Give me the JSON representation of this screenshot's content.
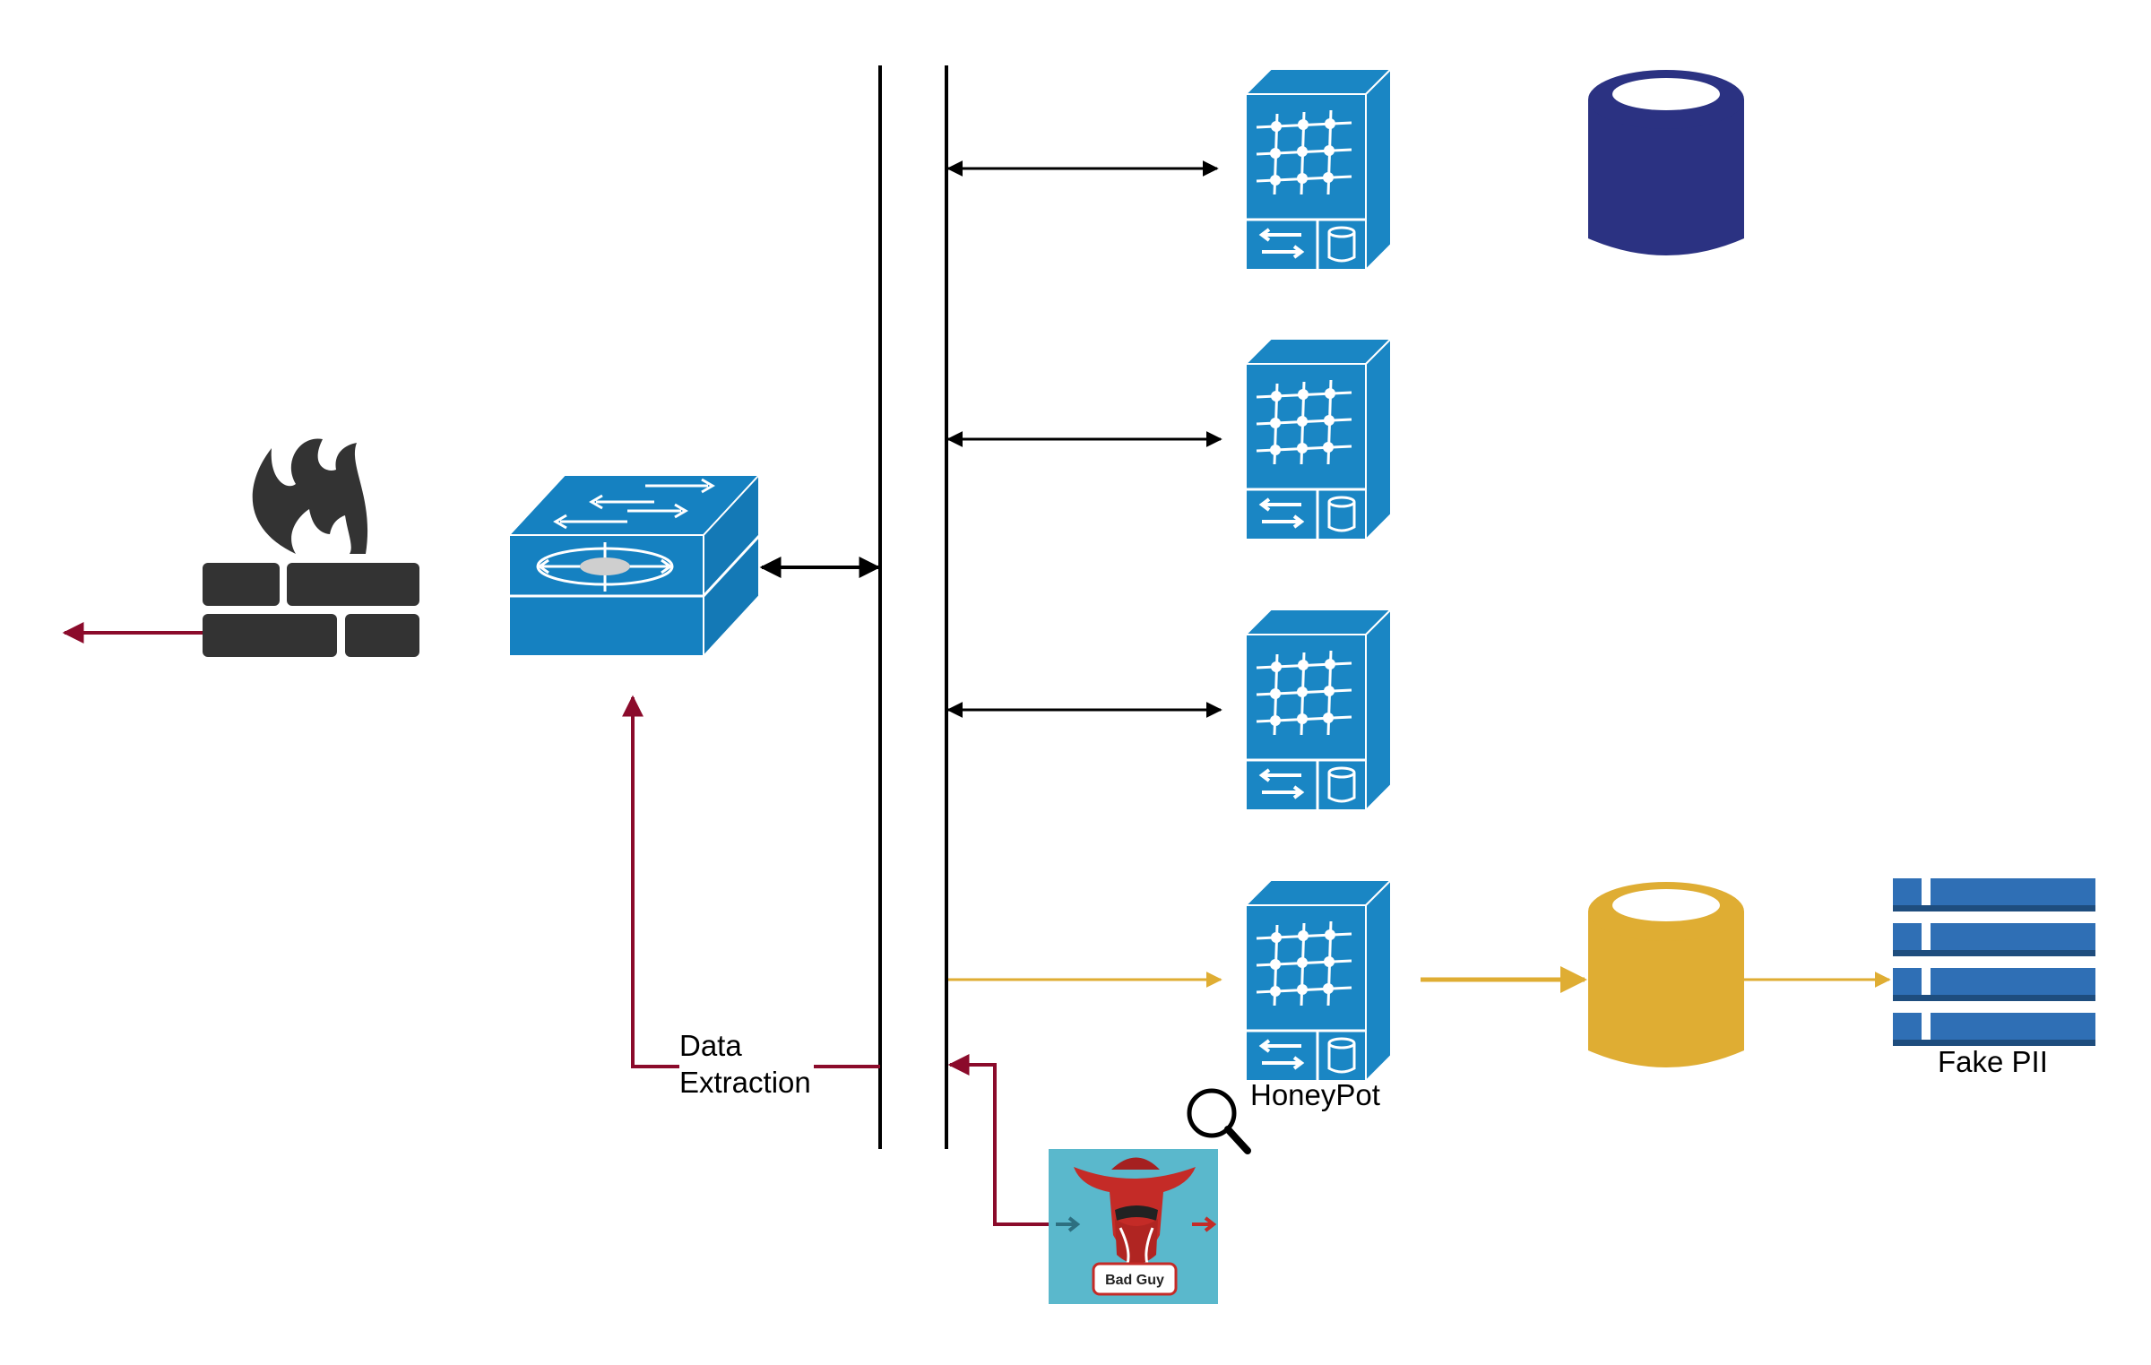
{
  "labels": {
    "data_extraction_line1": "Data",
    "data_extraction_line2": "Extraction",
    "honeypot": "HoneyPot",
    "fake_pii": "Fake PII",
    "bad_guy_badge": "Bad Guy"
  },
  "colors": {
    "network_blue": "#1581c1",
    "server_blue": "#1a86c4",
    "database_navy": "#2b3282",
    "honeypot_gold": "#dfad33",
    "exfil_red": "#8b0b2b",
    "firewall_gray": "#333333",
    "table_blue": "#2f6fb5",
    "table_dark": "#1e4d7e",
    "badguy_bg": "#5ab8cc",
    "badguy_red": "#c42b27"
  },
  "icons": [
    "firewall-icon",
    "network-switch-icon",
    "server-icon",
    "database-icon",
    "honeypot-database-icon",
    "data-table-icon",
    "bad-guy-icon",
    "magnifier-icon"
  ]
}
